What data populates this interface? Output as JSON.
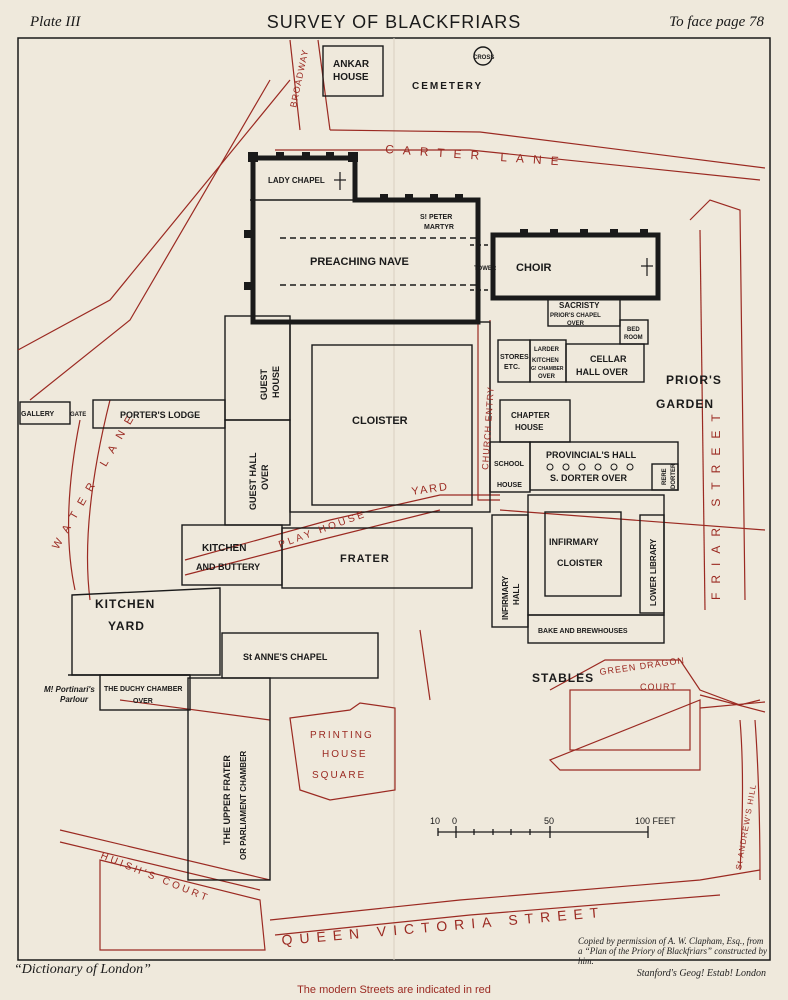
{
  "header": {
    "plate": "Plate III",
    "title": "SURVEY OF BLACKFRIARS",
    "face_page": "To face page 78"
  },
  "footer": {
    "dictionary": "“Dictionary of London”",
    "modern_streets": "The modern Streets are indicated in red",
    "stanford": "Stanford's Geog! Estab! London",
    "copied": "Copied by permission of A. W. Clapham, Esq., from a “Plan of the Priory of Blackfriars” constructed by him."
  },
  "scale": {
    "labels": [
      "10",
      "0",
      "50",
      "100 FEET"
    ]
  },
  "colors": {
    "ink": "#1a1a1a",
    "street_red": "#9b2a22",
    "paper": "#efe9dc"
  },
  "buildings": {
    "ankar_house_1": "ANKAR",
    "ankar_house_2": "HOUSE",
    "cemetery": "CEMETERY",
    "cross": "CROSS",
    "lady_chapel": "LADY CHAPEL",
    "st_peter_1": "S! PETER",
    "st_peter_2": "MARTYR",
    "preaching_nave": "PREACHING NAVE",
    "tower": "TOWER",
    "choir": "CHOIR",
    "sacristy": "SACRISTY",
    "priors_chapel_1": "PRIOR'S CHAPEL",
    "priors_chapel_2": "OVER",
    "bed_room_1": "BED",
    "bed_room_2": "ROOM",
    "stores_1": "STORES",
    "stores_2": "ETC.",
    "larder": "LARDER",
    "kitchen_small_1": "KITCHEN",
    "kitchen_small_2": "G! CHAMBER",
    "kitchen_small_3": "OVER",
    "cellar_1": "CELLAR",
    "cellar_2": "HALL OVER",
    "guest_house_1": "GUEST",
    "guest_house_2": "HOUSE",
    "gallery": "GALLERY",
    "gate": "GATE",
    "porters_lodge": "PORTER'S LODGE",
    "cloister": "CLOISTER",
    "chapter_1": "CHAPTER",
    "chapter_2": "HOUSE",
    "guest_hall_1": "GUEST HALL",
    "guest_hall_2": "OVER",
    "provincials_hall": "PROVINCIAL'S HALL",
    "school_1": "SCHOOL",
    "school_2": "HOUSE",
    "s_dorter": "S. DORTER OVER",
    "rere_1": "RERE",
    "rere_2": "DORTER",
    "kitchen_buttery_1": "KITCHEN",
    "kitchen_buttery_2": "AND BUTTERY",
    "frater": "FRATER",
    "infirmary_hall_1": "INFIRMARY",
    "infirmary_hall_2": "HALL",
    "infirmary_cloister_1": "INFIRMARY",
    "infirmary_cloister_2": "CLOISTER",
    "lower_library": "LOWER LIBRARY",
    "kitchen_yard_1": "KITCHEN",
    "kitchen_yard_2": "YARD",
    "bake": "BAKE AND BREWHOUSES",
    "st_annes": "St ANNE'S CHAPEL",
    "stables": "STABLES",
    "portinari_1": "M! Portinari's",
    "portinari_2": "Parlour",
    "duchy_1": "THE DUCHY CHAMBER",
    "duchy_2": "OVER",
    "upper_frater_1": "THE UPPER FRATER",
    "upper_frater_2": "OR PARLIAMENT CHAMBER",
    "priors_garden_1": "PRIOR'S",
    "priors_garden_2": "GARDEN"
  },
  "streets": {
    "broadway": "BROADWAY",
    "carter_lane": "CARTER LANE",
    "water_lane": "WATER LANE",
    "friar_street": "FRIAR STREET",
    "church_entry": "CHURCH ENTRY",
    "yard": "YARD",
    "play_house": "PLAY HOUSE",
    "printing_1": "PRINTING",
    "printing_2": "HOUSE",
    "printing_3": "SQUARE",
    "green_dragon": "GREEN DRAGON",
    "court": "COURT",
    "st_andrews_hill": "St ANDREW'S HILL",
    "huishs_court": "HUISH'S COURT",
    "queen_victoria": "QUEEN VICTORIA STREET"
  }
}
